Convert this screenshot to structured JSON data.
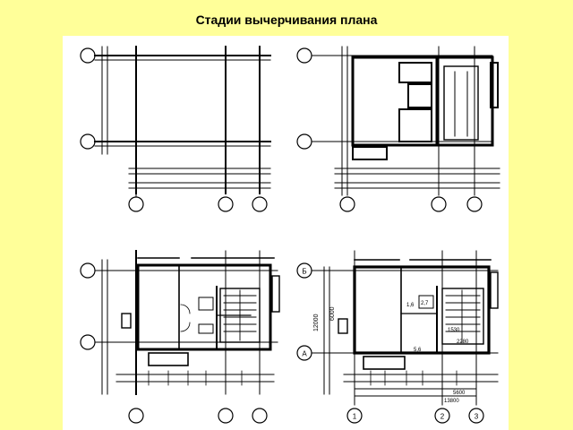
{
  "title": "Стадии вычерчивания плана",
  "stage4_labels": {
    "axis_b": "Б",
    "axis_a": "А",
    "axis_1": "1",
    "axis_2": "2",
    "axis_3": "3",
    "dim_12000": "12000",
    "dim_6000": "6000",
    "dim_1530": "1530",
    "dim_2280": "2280",
    "dim_5600": "5600",
    "dim_13800": "13800",
    "room_16": "1,6",
    "room_27": "2,7",
    "room_56": "5,6"
  }
}
